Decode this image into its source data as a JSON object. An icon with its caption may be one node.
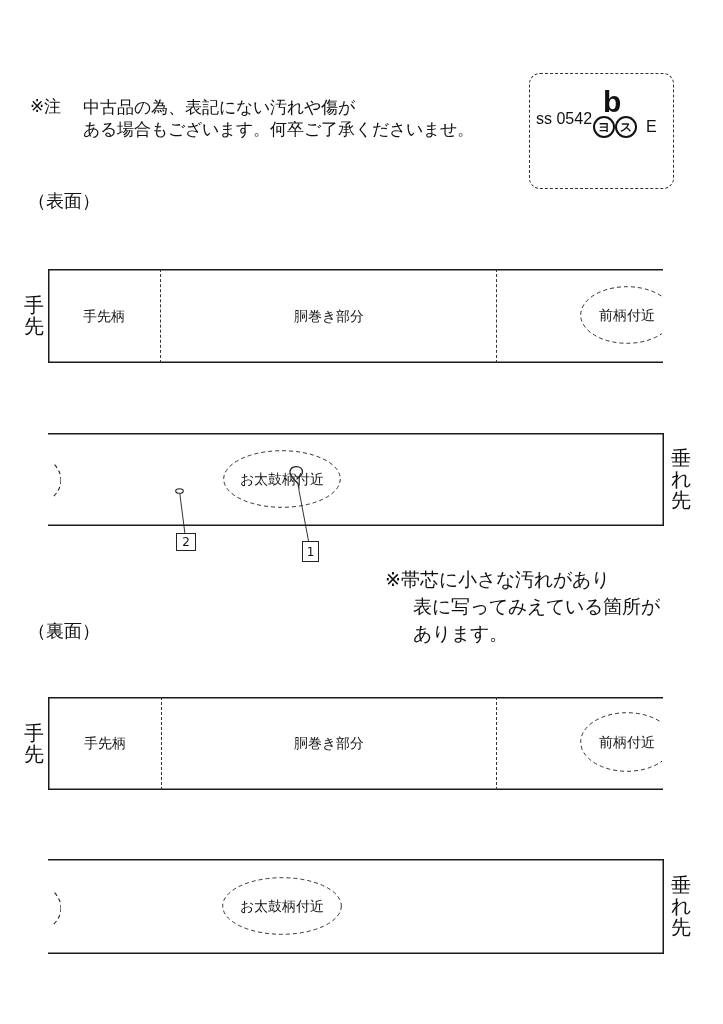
{
  "diagram": {
    "nodes": [
      {
        "text": [
          "ss 0542",
          "b",
          "ヨ",
          "ス",
          "E"
        ]
      },
      {
        "text": [],
        "shape": "box",
        "beside": [
          "手先"
        ]
      },
      {
        "text": [
          "手先柄"
        ],
        "in": 1
      },
      {
        "text": [
          "胴巻き部分"
        ],
        "in": 1
      },
      {
        "text": [
          "前柄付近"
        ],
        "in": 1
      },
      {
        "text": [],
        "shape": "box",
        "beside": [
          "垂れ先"
        ]
      },
      {
        "text": [],
        "shape": "circle"
      },
      {
        "text": [
          "お太鼓柄付近"
        ],
        "in": 5
      },
      {
        "text": [],
        "shape": "circle",
        "in": 5
      },
      {
        "text": [],
        "shape": "circle",
        "in": 7
      },
      {
        "text": [
          "2"
        ]
      },
      {
        "text": [
          "1"
        ]
      },
      {
        "text": [],
        "shape": "box",
        "beside": [
          "手先"
        ]
      },
      {
        "text": [
          "手先柄"
        ],
        "in": 12
      },
      {
        "text": [
          "胴巻き部分"
        ],
        "in": 12
      },
      {
        "text": [
          "前柄付近"
        ],
        "in": 12
      },
      {
        "text": [],
        "shape": "box",
        "beside": [
          "垂れ先"
        ]
      },
      {
        "text": [],
        "shape": "circle"
      },
      {
        "text": [
          "お太鼓柄付近"
        ],
        "in": 16
      }
    ],
    "edges": [
      {
        "from": 10,
        "to": 8,
        "arrow": "none"
      },
      {
        "from": 11,
        "to": 9,
        "arrow": "none"
      }
    ],
    "labels": [
      "※注",
      "中古品の為、表記にない汚れや傷がある場合もございます。何卒ご了承くださいませ。",
      "（表面）",
      "※帯芯に小さな汚れがあり表に写ってみえている箇所があります。",
      "（裏面）"
    ]
  }
}
